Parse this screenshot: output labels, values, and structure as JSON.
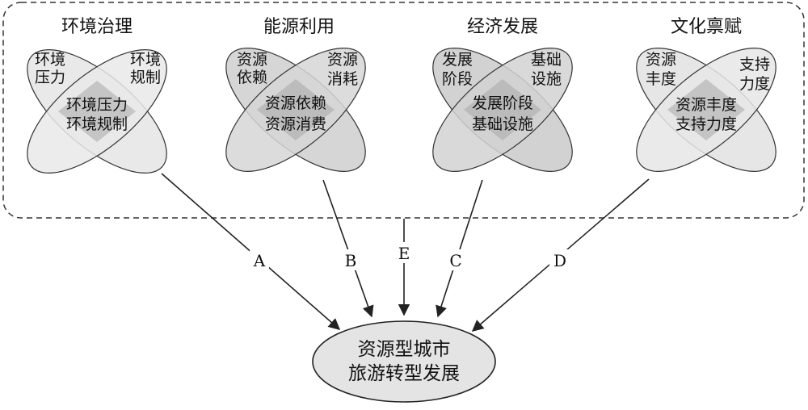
{
  "groups": [
    {
      "title": "环境治理",
      "left": [
        "环境",
        "压力"
      ],
      "right": [
        "环境",
        "规制"
      ],
      "center": [
        "环境压力",
        "环境规制"
      ],
      "fill": "#e9e9e9"
    },
    {
      "title": "能源利用",
      "left": [
        "资源",
        "依赖"
      ],
      "right": [
        "资源",
        "消耗"
      ],
      "center": [
        "资源依赖",
        "资源消费"
      ],
      "fill": "#d6d6d6"
    },
    {
      "title": "经济发展",
      "left": [
        "发展",
        "阶段"
      ],
      "right": [
        "基础",
        "设施"
      ],
      "center": [
        "发展阶段",
        "基础设施"
      ],
      "fill": "#d2d2d2"
    },
    {
      "title": "文化禀赋",
      "left": [
        "资源",
        "丰度"
      ],
      "right": [
        "支持",
        "力度"
      ],
      "center": [
        "资源丰度",
        "支持力度"
      ],
      "fill": "#e6e6e6"
    }
  ],
  "target": {
    "line1": "资源型城市",
    "line2": "旅游转型发展"
  },
  "edges": [
    "A",
    "B",
    "E",
    "C",
    "D"
  ],
  "colors": {
    "stroke": "#222222",
    "overlap": "#a8a8a8",
    "target_fill": "#e4e4e4"
  }
}
